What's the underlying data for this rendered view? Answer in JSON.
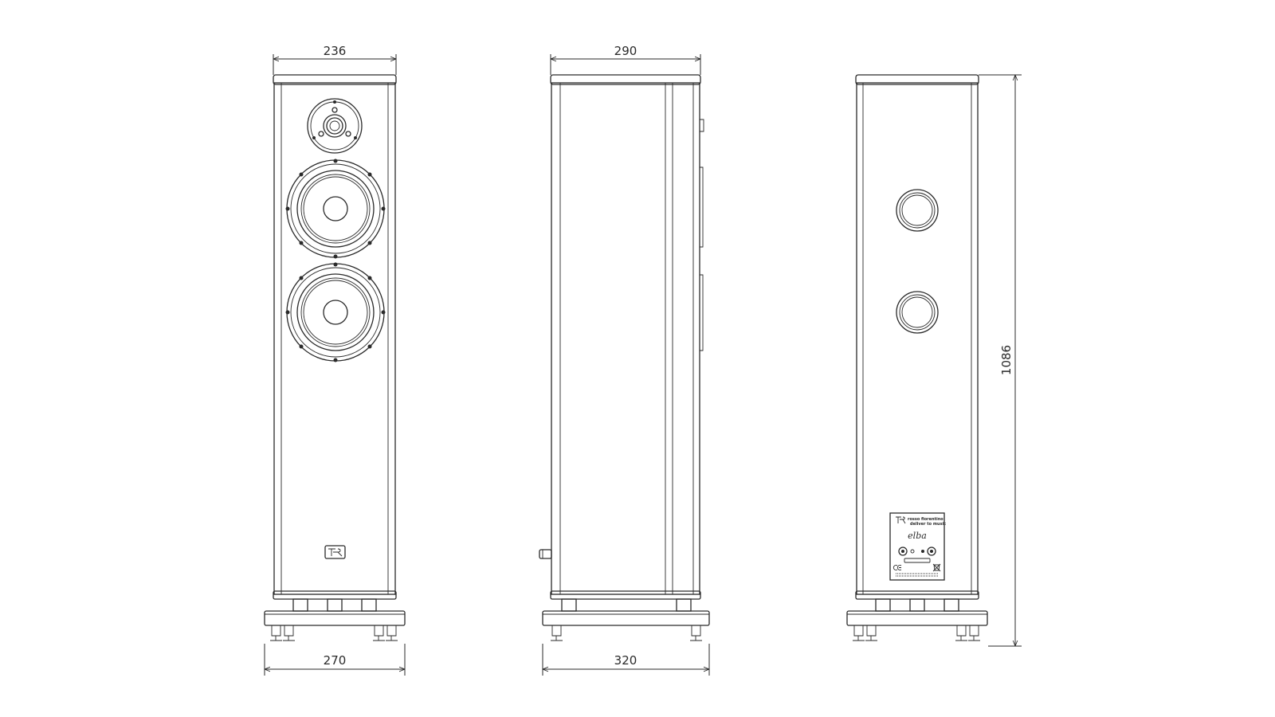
{
  "dimensions": {
    "front_width": "236",
    "base_width": "270",
    "side_depth": "290",
    "side_base_depth": "320",
    "height": "1086"
  },
  "rear_panel": {
    "brand": "rosso fiorentino",
    "tagline": "deliver to music",
    "model": "elba"
  },
  "icons": {
    "logo": "rf-monogram-logo",
    "binding_post": "binding-post-icon",
    "ce_mark": "ce-mark-icon",
    "bin": "weee-bin-icon"
  },
  "colors": {
    "line": "#2a2a2a",
    "background": "#ffffff"
  }
}
